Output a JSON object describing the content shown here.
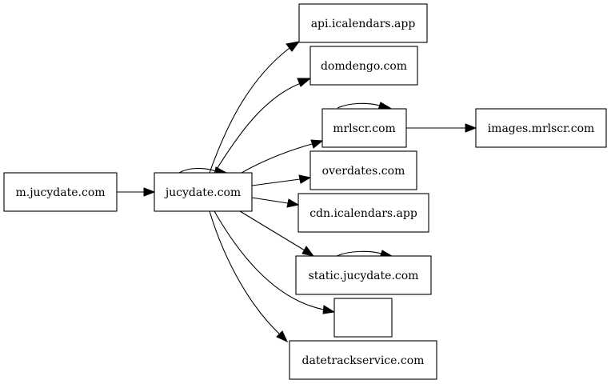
{
  "graph": {
    "nodes": {
      "m_jucydate": "m.jucydate.com",
      "jucydate": "jucydate.com",
      "api_icalendars": "api.icalendars.app",
      "domdengo": "domdengo.com",
      "mrlscr": "mrlscr.com",
      "images_mrlscr": "images.mrlscr.com",
      "overdates": "overdates.com",
      "cdn_icalendars": "cdn.icalendars.app",
      "static_jucydate": "static.jucydate.com",
      "blank": "",
      "datetrackservice": "datetrackservice.com"
    },
    "edges": [
      [
        "m.jucydate.com",
        "jucydate.com"
      ],
      [
        "jucydate.com",
        "jucydate.com"
      ],
      [
        "jucydate.com",
        "api.icalendars.app"
      ],
      [
        "jucydate.com",
        "domdengo.com"
      ],
      [
        "jucydate.com",
        "mrlscr.com"
      ],
      [
        "jucydate.com",
        "overdates.com"
      ],
      [
        "jucydate.com",
        "cdn.icalendars.app"
      ],
      [
        "jucydate.com",
        "static.jucydate.com"
      ],
      [
        "jucydate.com",
        ""
      ],
      [
        "jucydate.com",
        "datetrackservice.com"
      ],
      [
        "mrlscr.com",
        "mrlscr.com"
      ],
      [
        "mrlscr.com",
        "images.mrlscr.com"
      ],
      [
        "static.jucydate.com",
        "static.jucydate.com"
      ]
    ]
  }
}
